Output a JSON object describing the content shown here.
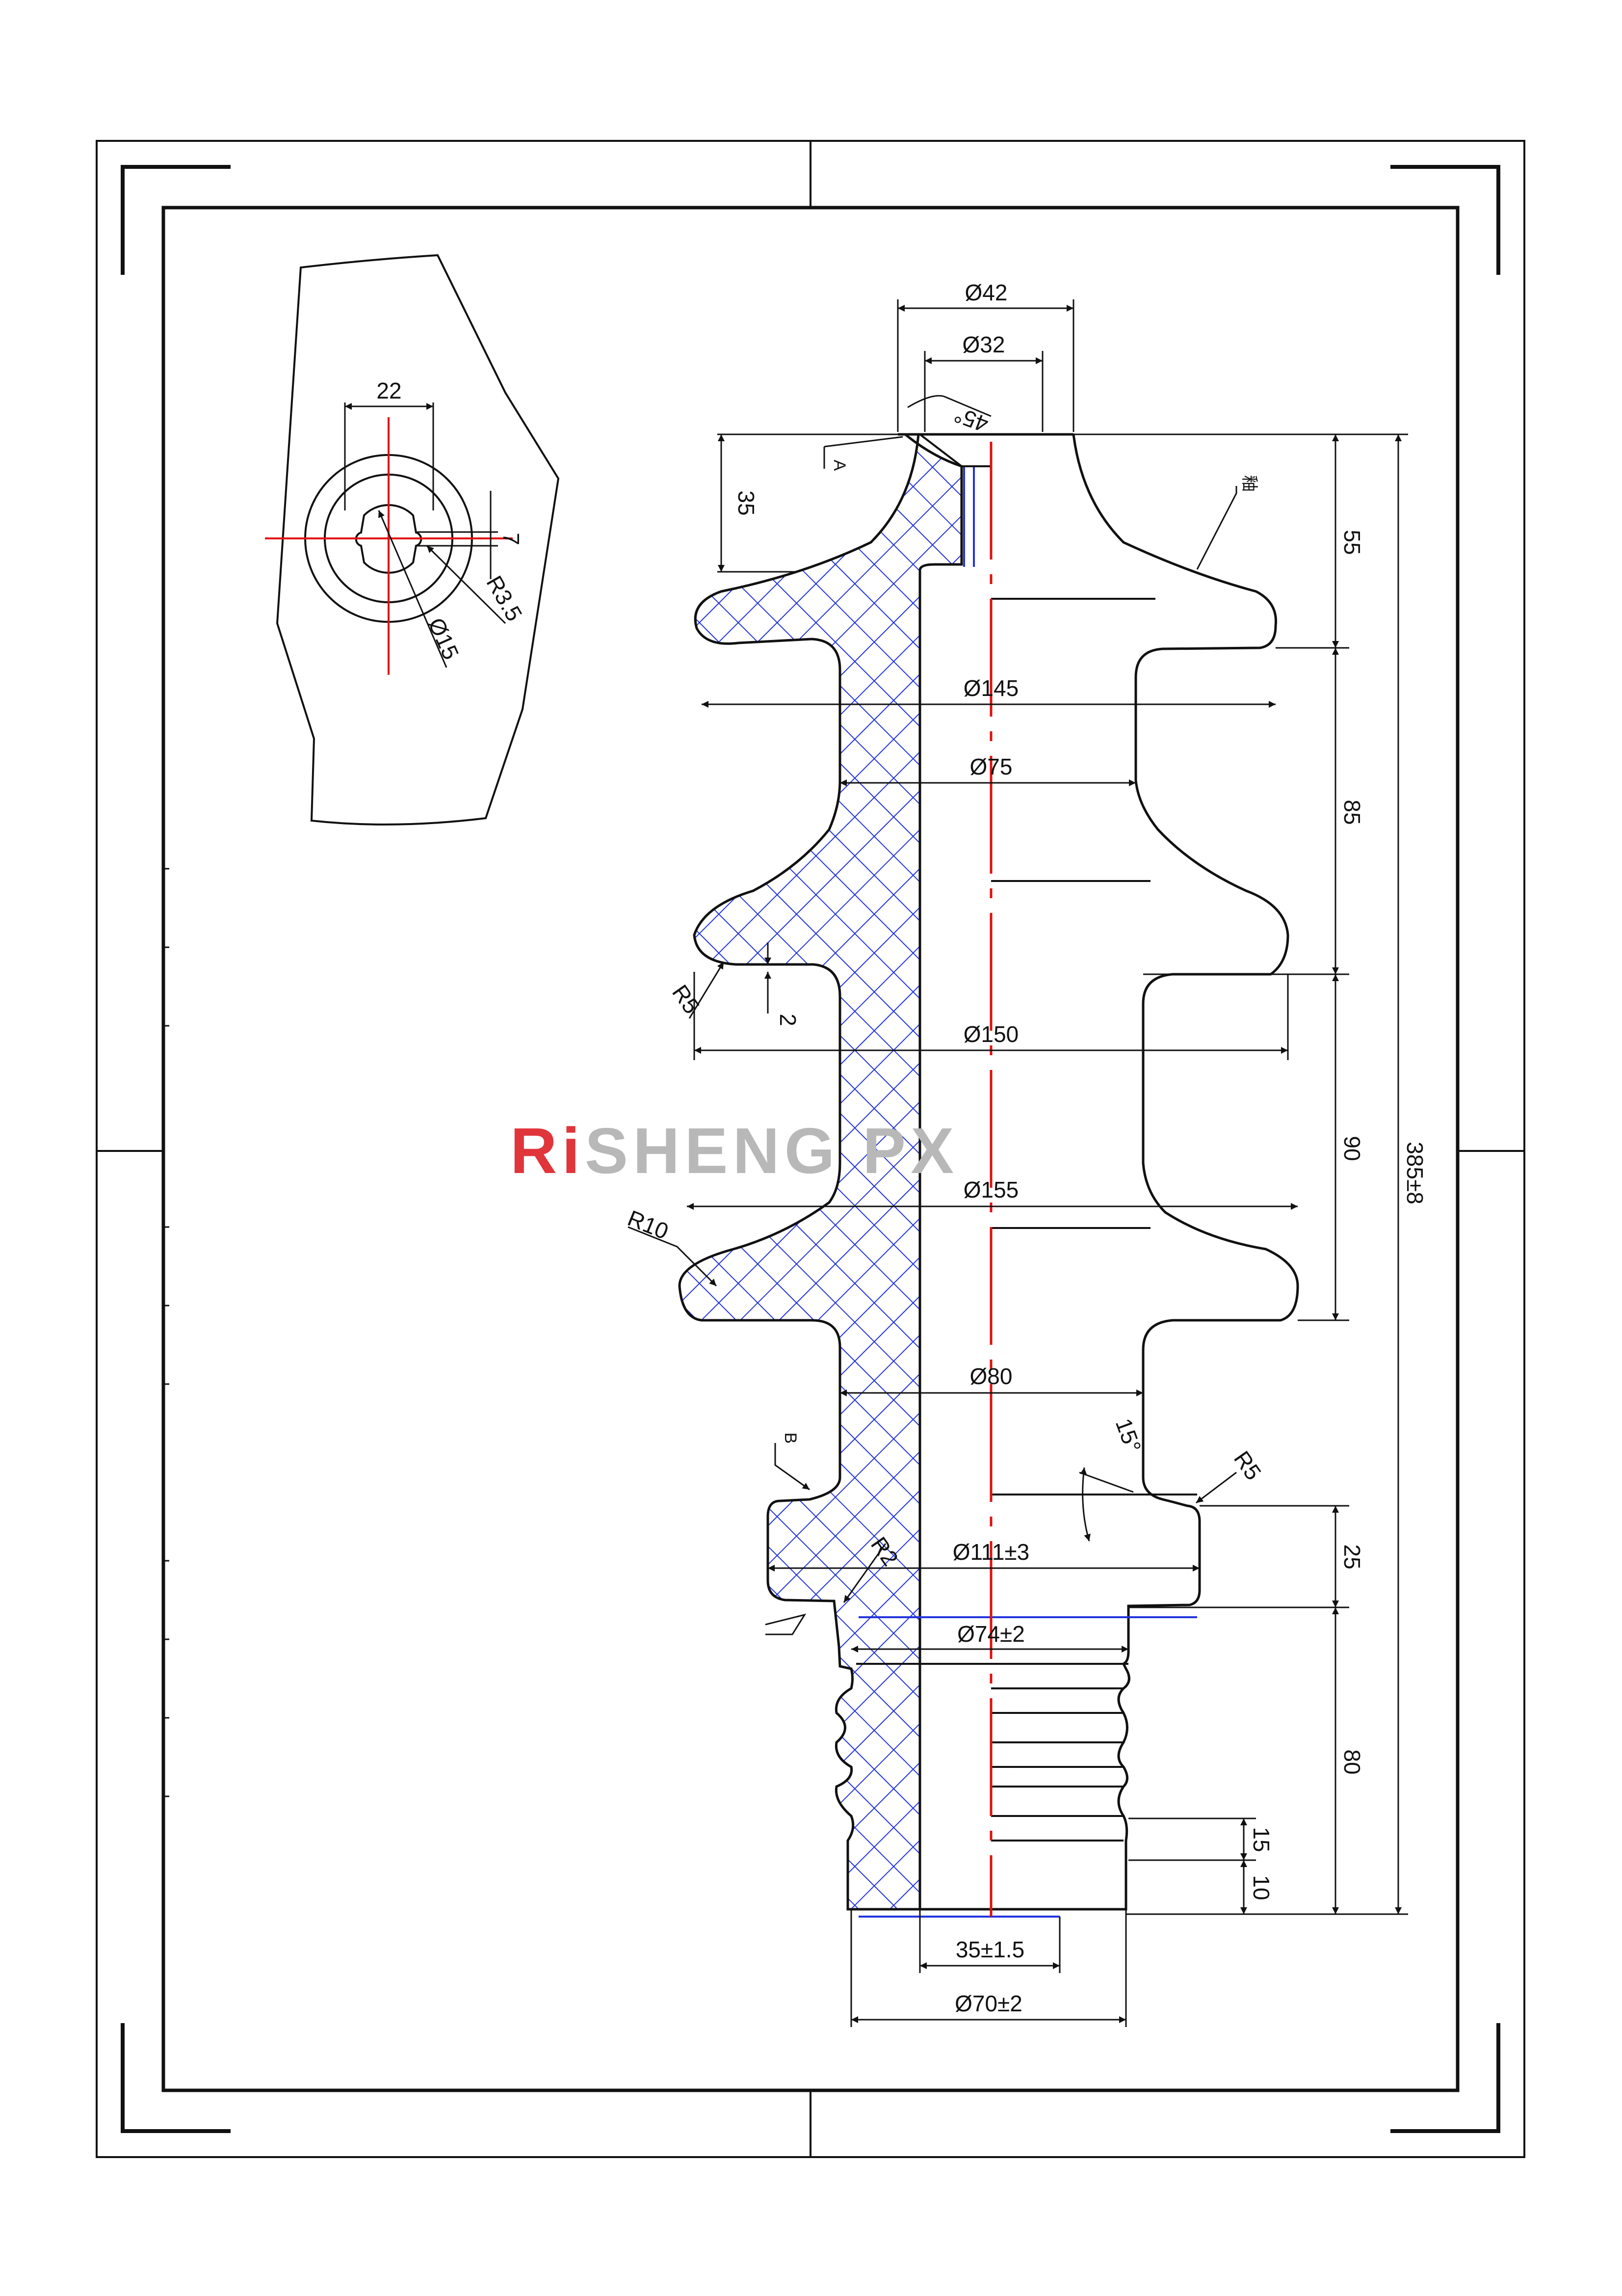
{
  "colors": {
    "line": "#111111",
    "centerline": "#e01010",
    "hatch": "#2233dd",
    "watermark_red": "#e0353b",
    "watermark_gray": "#b8b8b8"
  },
  "watermark": {
    "part1": "Ri",
    "part2": "SHENG PX"
  },
  "detail": {
    "dim_width": "22",
    "dim_slot": "7",
    "dim_radius": "R3.5",
    "dim_diameter": "Ø15"
  },
  "dimensions": {
    "top_outer": "Ø42",
    "top_inner": "Ø32",
    "chamfer": "45°",
    "top_height": "35",
    "label_a": "A",
    "label_b": "B",
    "shed1": "Ø145",
    "core1": "Ø75",
    "shed2": "Ø150",
    "shed3": "Ø155",
    "core2": "Ø80",
    "flange": "Ø111±3",
    "thread": "Ø74±2",
    "bore": "35±1.5",
    "base": "Ø70±2",
    "radius_shed2": "R5",
    "radius_shed3": "R10",
    "radius_flange": "R5",
    "radius_inner": "R2",
    "angle": "15°",
    "gap": "2",
    "h1": "55",
    "h2": "85",
    "h3": "90",
    "h4": "25",
    "h5": "80",
    "h6": "15",
    "h7": "10",
    "total": "385±8",
    "glaze_note": "釉"
  }
}
